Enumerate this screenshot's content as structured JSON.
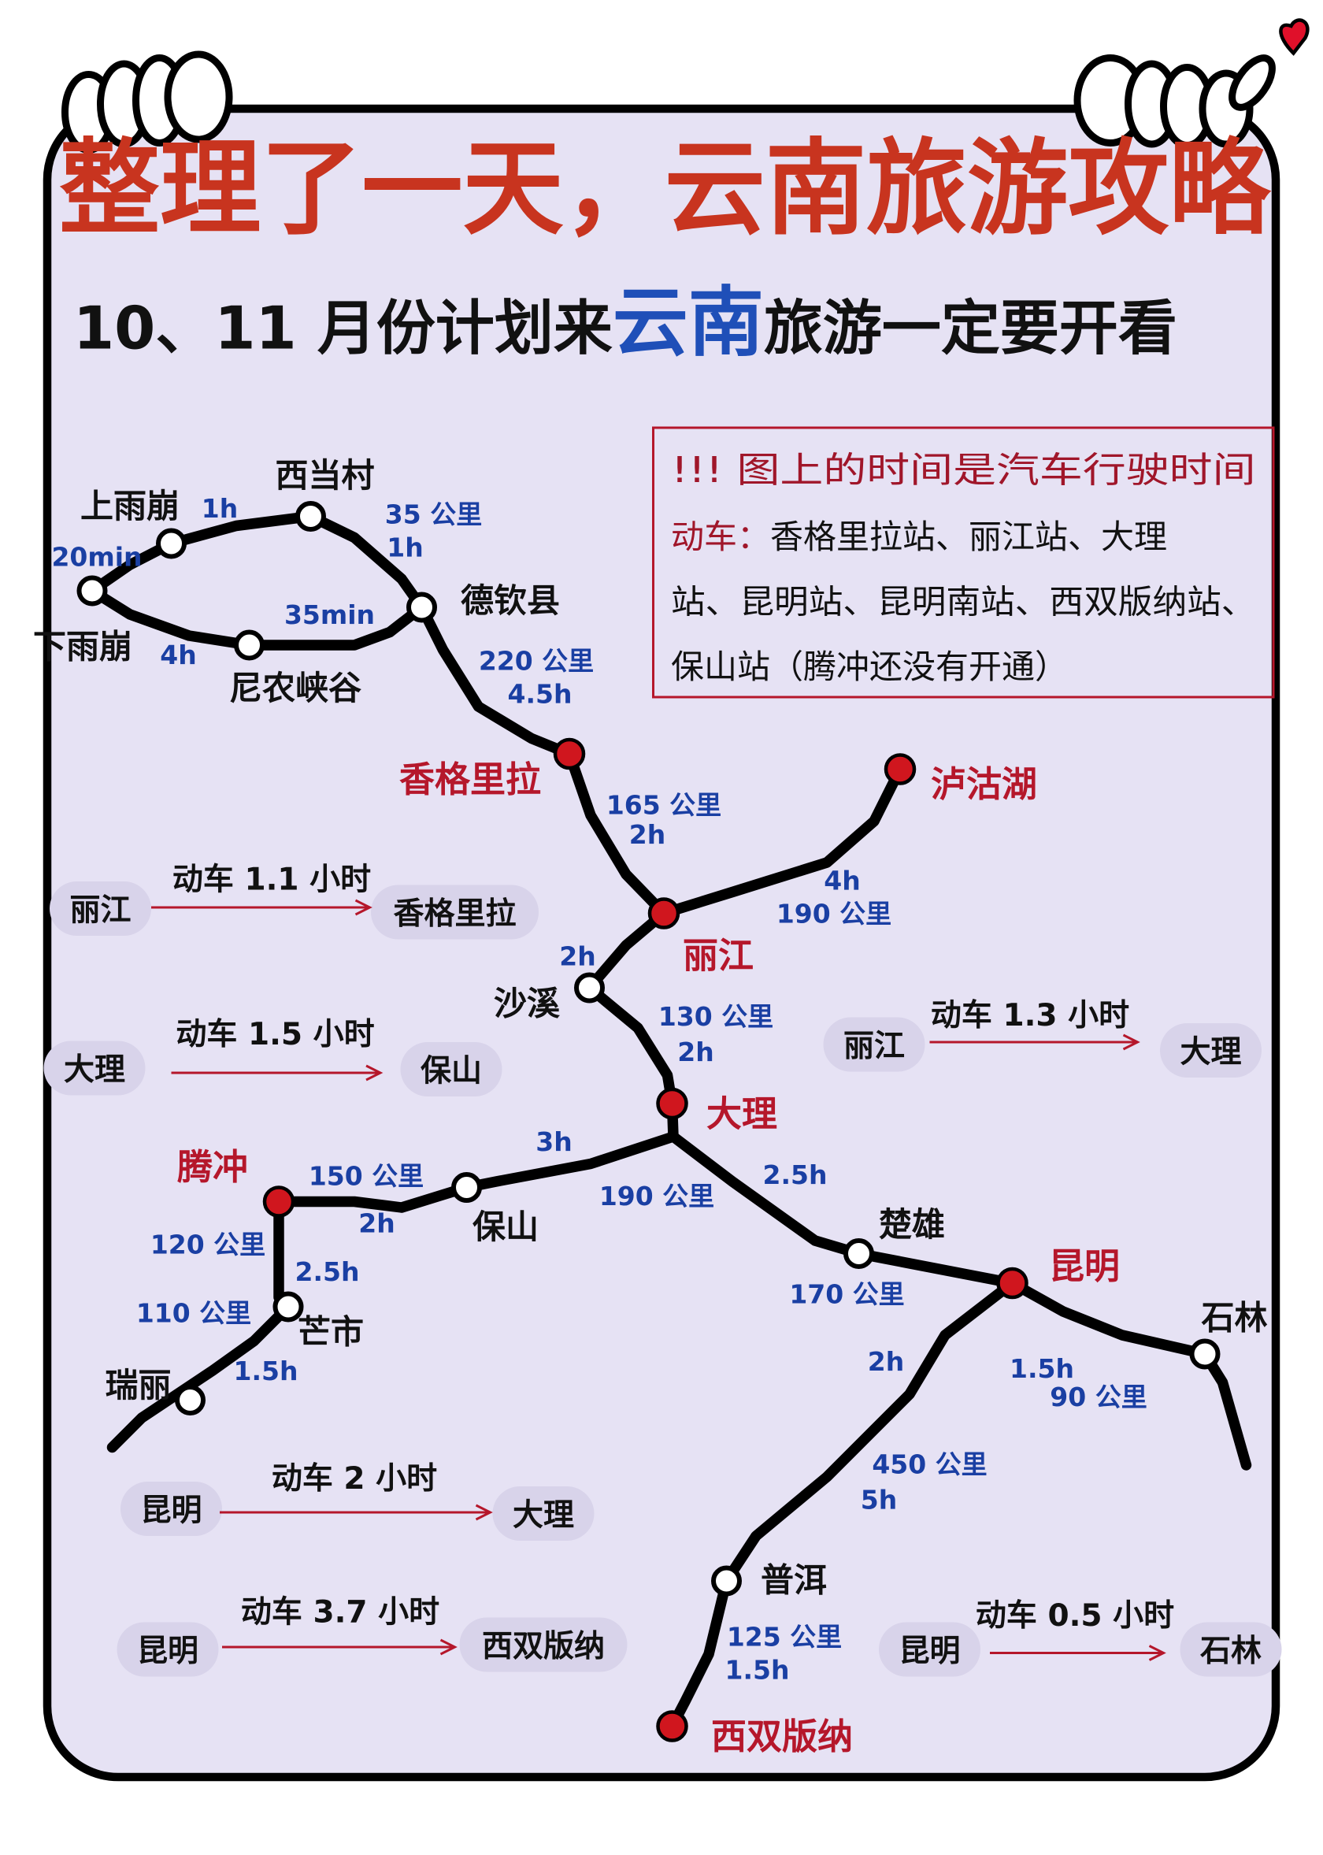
{
  "title": "整理了一天，云南旅游攻略",
  "subtitle": {
    "before": "10、11 月份计划来",
    "highlight": "云南",
    "after": "旅游一定要开看"
  },
  "notice": {
    "warning": "!!! 图上的时间是汽车行驶时间",
    "train_label": "动车：",
    "train_stations_line1": "香格里拉站、丽江站、大理",
    "train_stations_line2": "站、昆明站、昆明南站、西双版纳站、",
    "train_stations_line3": "保山站（腾冲还没有开通）"
  },
  "colors": {
    "title": "#c8341f",
    "highlight": "#1f4fb8",
    "major_station": "#b5172b",
    "edge_label": "#1a3fa3",
    "background": "#e6e2f4",
    "red_dot": "#d0161e"
  },
  "stations": [
    {
      "name": "上雨崩",
      "type": "minor"
    },
    {
      "name": "西当村",
      "type": "minor"
    },
    {
      "name": "下雨崩",
      "type": "minor"
    },
    {
      "name": "尼农峡谷",
      "type": "minor"
    },
    {
      "name": "德钦县",
      "type": "minor"
    },
    {
      "name": "香格里拉",
      "type": "major"
    },
    {
      "name": "丽江",
      "type": "major"
    },
    {
      "name": "泸沽湖",
      "type": "major"
    },
    {
      "name": "沙溪",
      "type": "minor"
    },
    {
      "name": "大理",
      "type": "major"
    },
    {
      "name": "保山",
      "type": "minor"
    },
    {
      "name": "腾冲",
      "type": "major"
    },
    {
      "name": "芒市",
      "type": "minor"
    },
    {
      "name": "瑞丽",
      "type": "minor"
    },
    {
      "name": "楚雄",
      "type": "minor"
    },
    {
      "name": "昆明",
      "type": "major"
    },
    {
      "name": "石林",
      "type": "minor"
    },
    {
      "name": "普洱",
      "type": "minor"
    },
    {
      "name": "西双版纳",
      "type": "major"
    }
  ],
  "edge_labels": [
    "1h",
    "20min",
    "35 公里",
    "1h",
    "35min",
    "4h",
    "220 公里",
    "4.5h",
    "165 公里",
    "2h",
    "4h",
    "190 公里",
    "2h",
    "130 公里",
    "2h",
    "3h",
    "150 公里",
    "2h",
    "190 公里",
    "2.5h",
    "120 公里",
    "2.5h",
    "110 公里",
    "1.5h",
    "170 公里",
    "2h",
    "1.5h",
    "90 公里",
    "450 公里",
    "5h",
    "125 公里",
    "1.5h"
  ],
  "train_routes": [
    {
      "from": "丽江",
      "to": "香格里拉",
      "label": "动车 1.1 小时"
    },
    {
      "from": "大理",
      "to": "保山",
      "label": "动车 1.5 小时"
    },
    {
      "from": "丽江",
      "to": "大理",
      "label": "动车 1.3 小时"
    },
    {
      "from": "昆明",
      "to": "大理",
      "label": "动车 2 小时"
    },
    {
      "from": "昆明",
      "to": "西双版纳",
      "label": "动车 3.7 小时"
    },
    {
      "from": "昆明",
      "to": "石林",
      "label": "动车 0.5 小时"
    }
  ]
}
